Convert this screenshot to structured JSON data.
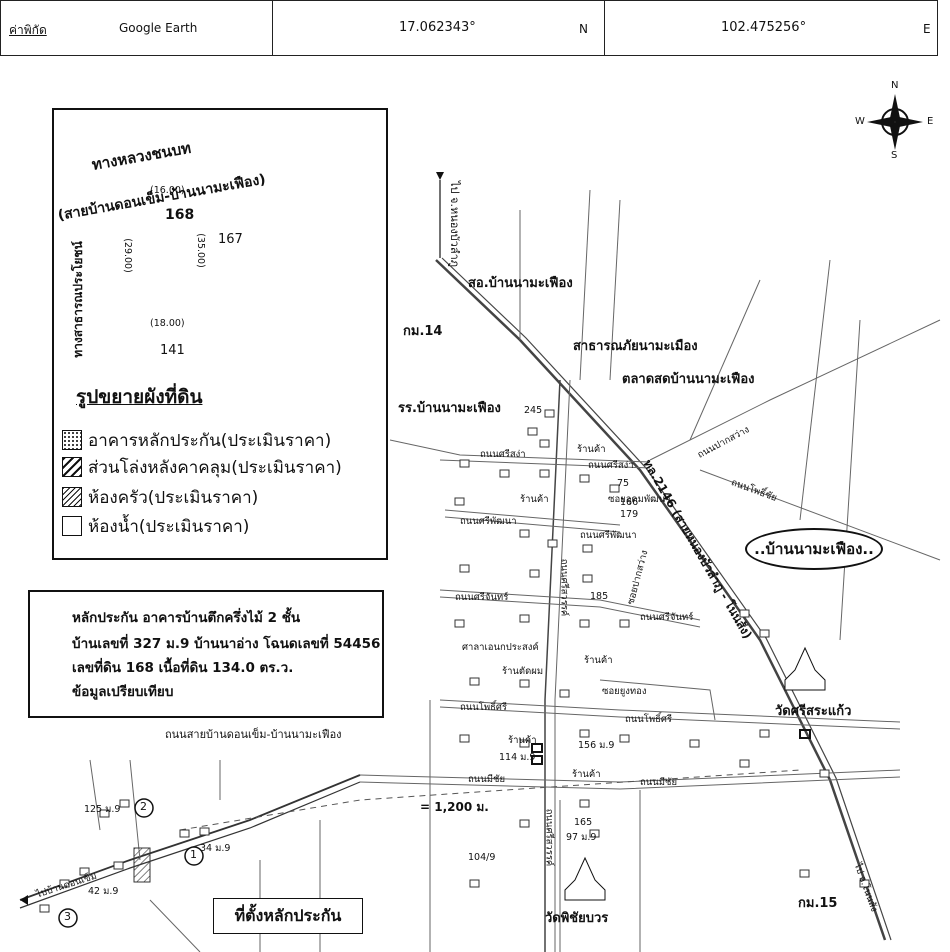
{
  "header": {
    "label": "ค่าพิกัด",
    "source": "Google Earth",
    "lat": "17.062343°",
    "lat_dir": "N",
    "lon": "102.475256°",
    "lon_dir": "E"
  },
  "compass": {
    "n": "N",
    "s": "S",
    "e": "E",
    "w": "W"
  },
  "inset": {
    "road_top_line1": "ทางหลวงชนบท",
    "road_top_line2": "(สายบ้านดอนเข็ม-บ้านนามะเฟือง)",
    "road_left": "ทางสาธารณประโยชน์",
    "plot": "168",
    "neighbor_right": "167",
    "neighbor_bottom": "141",
    "dim_top": "(16.00)",
    "dim_right": "(35.00)",
    "dim_left": "(29.00)",
    "dim_bottom": "(18.00)"
  },
  "legend": {
    "title": "รูปขยายผังที่ดิน",
    "items": [
      "อาคารหลักประกัน(ประเมินราคา)",
      "ส่วนโล่งหลังคาคลุม(ประเมินราคา)",
      "ห้องครัว(ประเมินราคา)",
      "ห้องน้ำ(ประเมินราคา)"
    ]
  },
  "info": {
    "line1": "หลักประกัน อาคารบ้านตึกครึ่งไม้ 2 ชั้น",
    "line2": "บ้านเลขที่ 327 ม.9 บ้านนาอ่าง โฉนดเลขที่ 54456",
    "line3": "เลขที่ดิน 168 เนื้อที่ดิน 134.0 ตร.ว.",
    "line4": "ข้อมูลเปรียบเทียบ"
  },
  "map": {
    "to_nongbua": "ไป จ.หนองบัวลำภู",
    "health_station": "สอ.บ้านนามะเฟือง",
    "km14": "กม.14",
    "disaster": "สาธารณภัยนามะเมือง",
    "market": "ตลาดสดบ้านนามะเฟือง",
    "school": "รร.บ้านนามะเฟือง",
    "highway": "ทล.2146 (สายหนองบัวลำภู - โนนสัง)",
    "village": "..บ้านนามะเฟือง..",
    "soi_pakam": "ถนนปากสว่าง",
    "road_phosai": "ถนนโพธิ์ชัย",
    "road_sisa": "ถนนศรีสง่า",
    "road_sisa2": "ถนนศรีสง่า",
    "road_siphatthana": "ถนนศรีพัฒนา",
    "road_siphatthana2": "ถนนศรีพัฒนา",
    "road_sichan": "ถนนศรีจันทร์",
    "road_sichan2": "ถนนศรีจันทร์",
    "road_phosi": "ถนนโพธิ์ศรี",
    "road_phosi2": "ถนนโพธิ์ศรี",
    "road_michai": "ถนนมีชัย",
    "road_michai2": "ถนนมีชัย",
    "road_sisawan": "ถนนศรีสวรรค์",
    "road_sisawan2": "ถนนศรีสวรรค์",
    "soi_udomphatthana": "ซอยอุดมพัฒนา",
    "soi_yuenyong": "ซอยยูงทอง",
    "soi_pakam2": "ซอยปากสว่าง",
    "shop": "ร้านค้า",
    "salon": "ร้านตัดผม",
    "sala": "ศาลาเอนกประสงค์",
    "wat_srisakaeo": "วัดศรีสระแก้ว",
    "wat_phichai": "วัดพิชัยบวร",
    "km15": "กม.15",
    "to_nonsang": "ไป อ.โนนสัง",
    "main_road": "ถนนสายบ้านดอนเข็ม-บ้านนามะเฟือง",
    "distance": "= 1,200 ม.",
    "to_donkhem": "ไปบ้านดอนเข็ม",
    "location": "ที่ตั้งหลักประกัน",
    "house_numbers": [
      "245",
      "75",
      "166",
      "179",
      "185",
      "156 ม.9",
      "114 ม.9",
      "165",
      "97 ม.9",
      "104/9",
      "125 ม.9",
      "34 ม.9",
      "42 ม.9"
    ],
    "markers": [
      "1",
      "2",
      "3"
    ]
  }
}
